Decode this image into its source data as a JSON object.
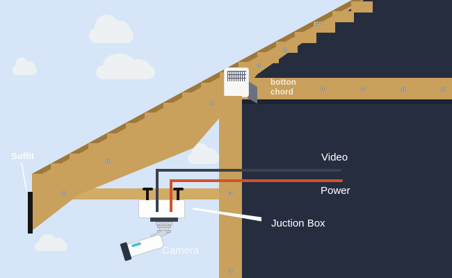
{
  "labels": {
    "soffit": "Soffit",
    "bottom_chord": {
      "line1": "botton",
      "line2": "chord"
    },
    "video": "Video",
    "power": "Power",
    "junction_box": "Juction Box",
    "camera": "Camera"
  },
  "colors": {
    "sky": "#d6e5f7",
    "wall_navy": "#262d3f",
    "wood": "#c9a05c",
    "wood_dark": "#9e7839",
    "wood_light": "#d2ab66",
    "power_wire": "#d2522a",
    "video_wire": "#3a4150",
    "label_text": "#ffffff",
    "beam_text": "#f2ecd9",
    "fascia_black": "#151515",
    "camera_teal": "#35b4c7"
  },
  "icons": {
    "screw": "small gray circle fastener",
    "vent_grid": "dotted mesh grid",
    "bolt": "black T-bolt",
    "cloud": "rounded white blob"
  }
}
